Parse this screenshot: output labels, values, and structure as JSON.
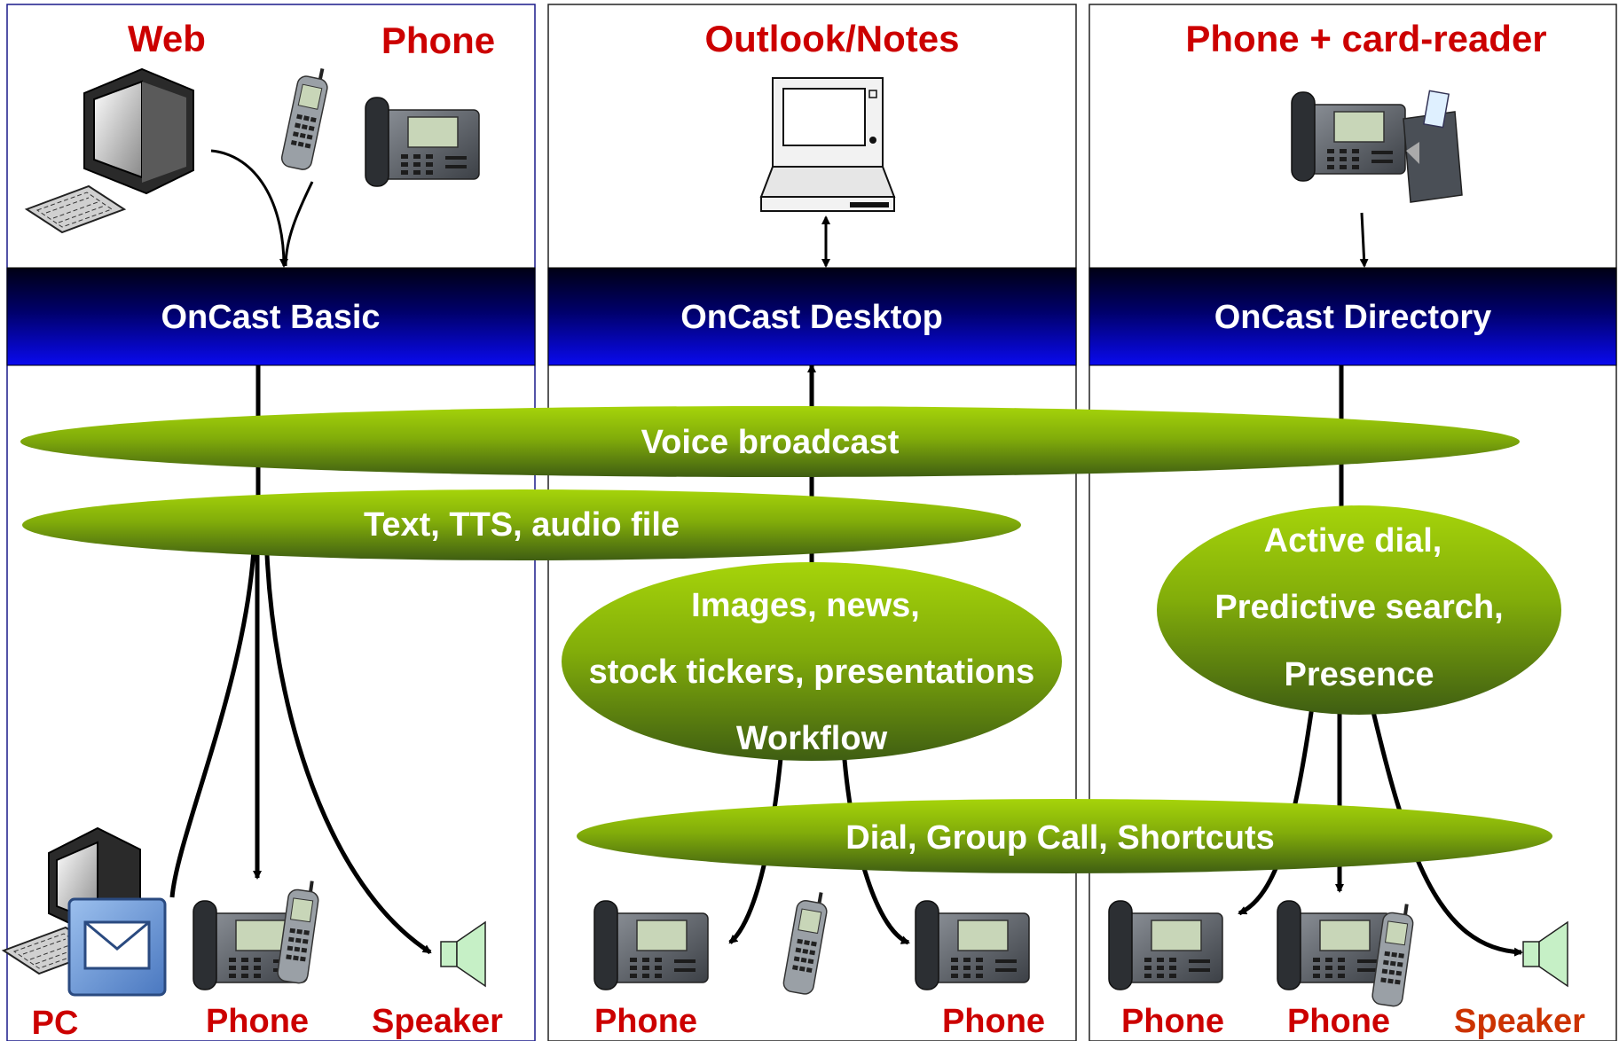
{
  "panels": {
    "basic": {
      "sources": {
        "web": "Web",
        "phone": "Phone"
      },
      "banner": "OnCast Basic",
      "targets": {
        "pc": "PC",
        "phone": "Phone",
        "speaker": "Speaker"
      }
    },
    "desktop": {
      "sources": {
        "outlook": "Outlook/Notes"
      },
      "banner": "OnCast Desktop",
      "targets": {
        "phone1": "Phone",
        "phone2": "Phone"
      }
    },
    "directory": {
      "sources": {
        "phone_reader": "Phone + card-reader"
      },
      "banner": "OnCast Directory",
      "targets": {
        "phone1": "Phone",
        "phone2": "Phone",
        "speaker": "Speaker"
      }
    }
  },
  "ellipses": {
    "voice": "Voice broadcast",
    "text": "Text, TTS, audio file",
    "images": [
      "Images, news,",
      "stock tickers, presentations",
      "Workflow"
    ],
    "active": [
      "Active dial,",
      "Predictive search,",
      "Presence"
    ],
    "dial": "Dial, Group Call, Shortcuts"
  },
  "colors": {
    "label_red": "#cc0000",
    "speaker_orange": "#cc3300",
    "banner_dark": "#000018",
    "banner_blue": "#0000e0",
    "ellipse_light": "#99cc00",
    "ellipse_dark": "#4a6a10"
  }
}
